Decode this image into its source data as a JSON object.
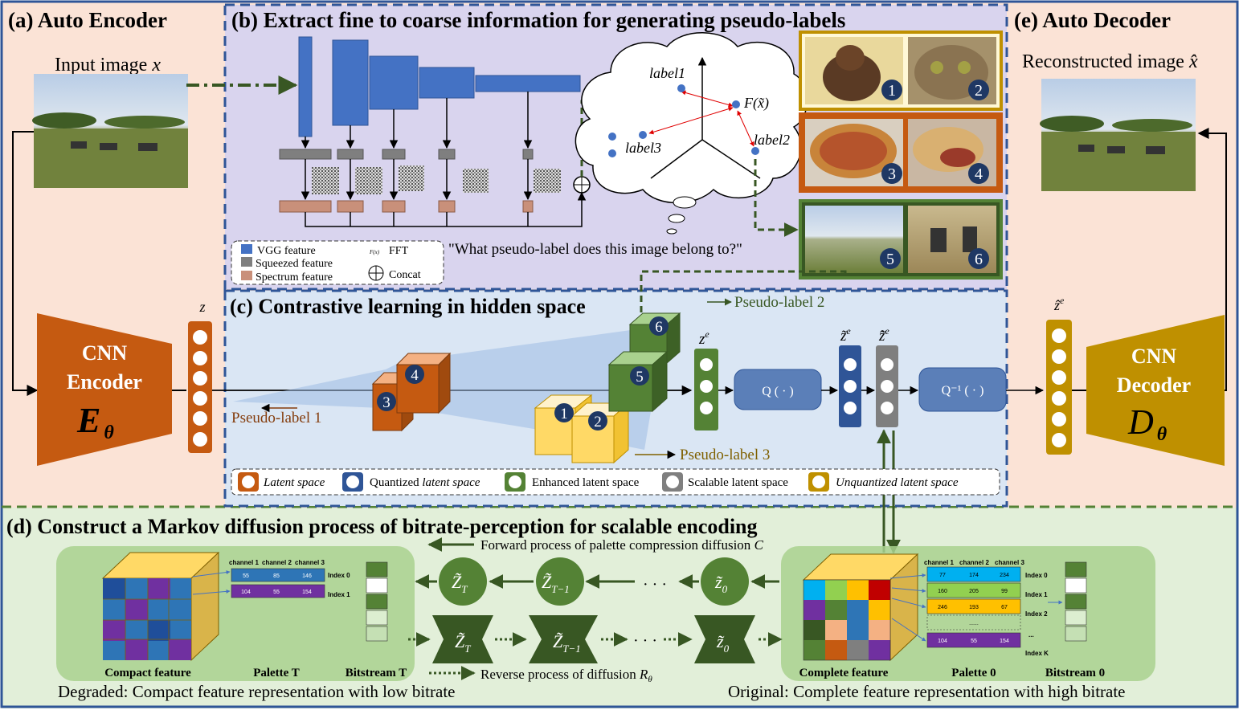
{
  "panels": {
    "a": {
      "title": "(a) Auto Encoder",
      "input_label": "Input image ",
      "input_var": "x"
    },
    "b": {
      "title": "(b) Extract fine to  coarse information for generating pseudo-labels",
      "question": "\"What pseudo-label does this image belong to?\"",
      "cloud_labels": {
        "label1": "label1",
        "label2": "label2",
        "label3": "label3",
        "fx": "F(x̃)"
      },
      "legend": {
        "vgg": "VGG feature",
        "squeezed": "Squeezed feature",
        "spectrum": "Spectrum feature",
        "fft_symbol": "F(x)",
        "fft": "FFT",
        "concat": "Concat"
      }
    },
    "c": {
      "title": "(c) Contrastive learning in hidden space",
      "pseudo1": "Pseudo-label 1",
      "pseudo2": "Pseudo-label 2",
      "pseudo3": "Pseudo-label 3",
      "z": "z",
      "ze": "z",
      "ze_sup": "e",
      "zt": "z̃",
      "zt_sup": "e",
      "zh": "z̃̂",
      "zh_sup": "e",
      "q": "Q ( · )",
      "qinv": "Q⁻¹ ( · )",
      "legend": {
        "latent": "Latent space",
        "quantized_pre": "Quantized ",
        "quantized_it": "latent space",
        "enhanced": "Enhanced latent space",
        "scalable": "Scalable latent space",
        "unquantized": "Unquantized latent space"
      }
    },
    "d": {
      "title": "(d) Construct a Markov diffusion process of bitrate-perception for scalable encoding",
      "forward": "Forward process of palette compression diffusion ",
      "forward_var": "C",
      "reverse": "Reverse process of diffusion ",
      "reverse_var": "R",
      "reverse_sub": "θ",
      "compact_feature": "Compact feature",
      "palette_t": "Palette T",
      "bitstream_t": "Bitstream T",
      "complete_feature": "Complete feature",
      "palette_0": "Palette 0",
      "bitstream_0": "Bitstream 0",
      "degraded": "Degraded: Compact feature representation with low bitrate",
      "original": "Original: Complete feature representation with high bitrate",
      "nodes": {
        "zT": "Z̃",
        "zT_sub": "T",
        "zT1": "Z̃",
        "zT1_sub": "T−1",
        "z0": "z̃",
        "z0_sub": "0",
        "sup": "e",
        "dots": "· · ·"
      },
      "palette_small": {
        "channels": [
          "channel 1",
          "channel 2",
          "channel 3"
        ],
        "rows": [
          [
            "55",
            "85",
            "146"
          ],
          [
            "104",
            "55",
            "154"
          ]
        ],
        "index": [
          "Index 0",
          "Index 1"
        ]
      },
      "palette_big": {
        "channels": [
          "channel 1",
          "channel 2",
          "channel 3"
        ],
        "rows": [
          [
            "77",
            "174",
            "234"
          ],
          [
            "160",
            "205",
            "99"
          ],
          [
            "246",
            "193",
            "67"
          ],
          [
            "104",
            "55",
            "154"
          ]
        ],
        "index": [
          "Index 0",
          "Index 1",
          "Index 2",
          "Index K"
        ],
        "ellipsis": "......",
        "dots": "..."
      }
    },
    "e": {
      "title": "(e) Auto Decoder",
      "recon_label": "Reconstructed image ",
      "recon_var": "x̂",
      "zhat": "ẑ",
      "zhat_sup": "e"
    }
  },
  "encoder": {
    "line1": "CNN",
    "line2": "Encoder",
    "symbol": "E",
    "sub": "θ"
  },
  "decoder": {
    "line1": "CNN",
    "line2": "Decoder",
    "symbol": "D",
    "sub": "θ"
  },
  "cube_numbers": [
    "1",
    "2",
    "3",
    "4",
    "5",
    "6"
  ],
  "colors": {
    "encoder": "#c55a11",
    "decoder": "#bf9000",
    "enhanced": "#548235",
    "quantized": "#2f5597",
    "scalable": "#7f7f7f",
    "vgg": "#4472c4",
    "spectrum": "#c9907a",
    "d_green": "#385723"
  }
}
